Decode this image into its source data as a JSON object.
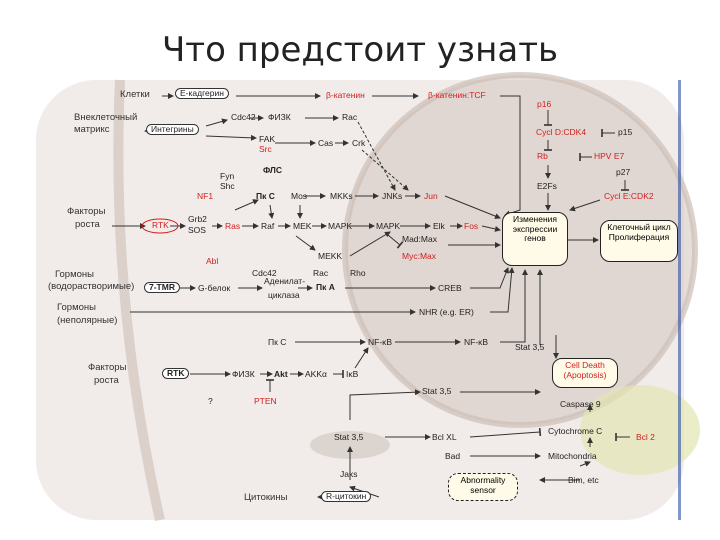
{
  "title": "Что предстоит узнать",
  "colors": {
    "accent_red": "#d11f1f",
    "line": "#333333",
    "cell_fill": "#e6dcd7",
    "nucleus_fill": "#d9cdc6",
    "box_fill": "#fffbe8"
  },
  "inputs": {
    "cells": "Клетки",
    "e_cadherin": "Е-кадгерин",
    "ecm_line1": "Внеклеточный",
    "ecm_line2": "матрикс",
    "integrins": "Интегрины",
    "gf1_line1": "Факторы",
    "gf1_line2": "роста",
    "rtk1": "RTK",
    "horm1_line1": "Гормоны",
    "horm1_line2": "(водорастворимые)",
    "seven_tmr": "7-TMR",
    "horm2_line1": "Гормоны",
    "horm2_line2": "(неполярные)",
    "gf2_line1": "Факторы",
    "gf2_line2": "роста",
    "rtk2": "RTK",
    "cytokines": "Цитокины",
    "r_cytokin": "R-цитокин"
  },
  "nodes": {
    "b_catenin_1": "β-катенин",
    "b_catenin_tcf": "β-катенин:TCF",
    "cdc42_top": "Cdc42",
    "fiZk_top": "ФИЗК",
    "rac_top": "Rac",
    "fak": "FAK",
    "src": "Src",
    "cas": "Cas",
    "crk": "Crk",
    "fyn": "Fyn",
    "shc": "Shc",
    "fls": "ФЛС",
    "nf1": "NF1",
    "pkc_top": "Пк С",
    "mos": "Mos",
    "mkks": "MKKs",
    "jnks": "JNKs",
    "jun": "Jun",
    "grb2": "Grb2",
    "sos": "SOS",
    "ras": "Ras",
    "raf": "Raf",
    "mek": "MEK",
    "mapk": "MAPK",
    "elk": "Elk",
    "fos": "Fos",
    "mad_max": "Mad:Max",
    "myc_max": "Myc:Max",
    "abl": "Abl",
    "mekk": "MEKK",
    "cdc42_mid": "Cdc42",
    "rac_mid": "Rac",
    "rho": "Rho",
    "g_protein": "G-белок",
    "adenylate_1": "Аденилат-",
    "adenylate_2": "циклаза",
    "pka": "Пк А",
    "creb": "CREB",
    "nhr": "NHR (e.g. ER)",
    "pkc_mid": "Пк С",
    "nfkb_1": "NF-κB",
    "nfkb_2": "NF-κB",
    "fiZk_low": "ФИЗК",
    "akt": "Akt",
    "akka": "AKKα",
    "ikb": "IκB",
    "pten": "PTEN",
    "qmark": "?",
    "stat35_a": "Stat 3,5",
    "stat35_b": "Stat 3,5",
    "stat35_c": "Stat 3,5",
    "bclxl": "Bcl XL",
    "bad": "Bad",
    "jaks": "Jaks",
    "p16": "p16",
    "cycld_cdk4": "Cycl D:CDK4",
    "p15": "p15",
    "rb": "Rb",
    "hpv_e7": "HPV E7",
    "e2fs": "E2Fs",
    "p27": "p27",
    "cycle_cdk2": "Cycl E:CDK2",
    "caspase9": "Caspase 9",
    "cytochrome_c": "Cytochrome C",
    "bcl2": "Bcl 2",
    "mitochondria": "Mitochondria",
    "bim": "Bim, etc"
  },
  "boxes": {
    "expression": "Изменения экспрессии генов",
    "cell_cycle": "Клеточный цикл Пролиферация",
    "cell_death": "Cell Death (Apoptosis)",
    "abnormality": "Abnormality sensor"
  }
}
